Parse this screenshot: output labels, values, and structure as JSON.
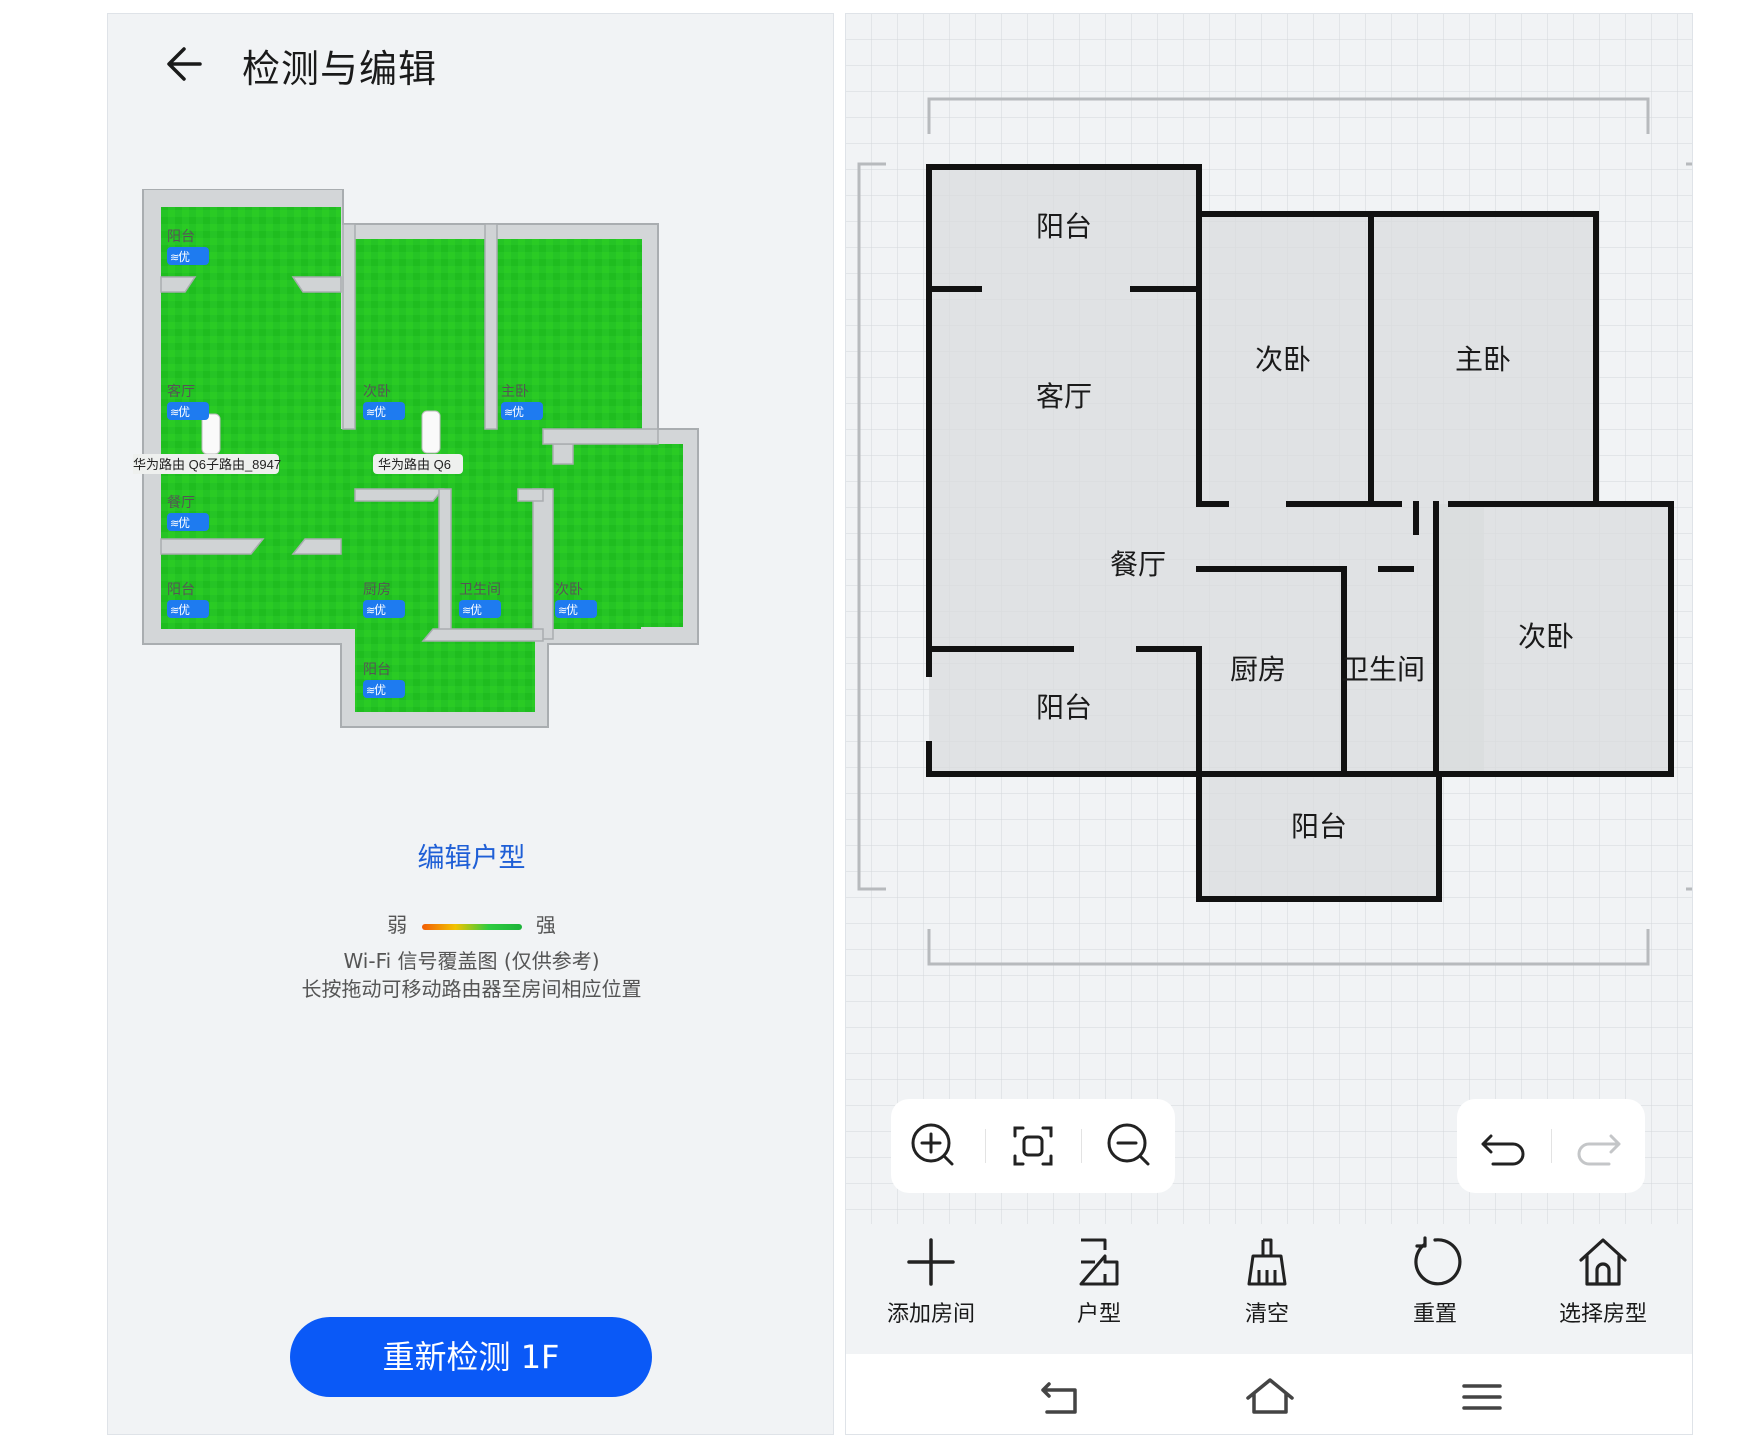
{
  "left": {
    "title": "检测与编辑",
    "routers": [
      {
        "label": "华为路由 Q6子路由_8947"
      },
      {
        "label": "华为路由 Q6"
      }
    ],
    "rooms": [
      {
        "name": "阳台",
        "signal": "优"
      },
      {
        "name": "客厅",
        "signal": "优"
      },
      {
        "name": "次卧",
        "signal": "优"
      },
      {
        "name": "主卧",
        "signal": "优"
      },
      {
        "name": "餐厅",
        "signal": "优"
      },
      {
        "name": "阳台",
        "signal": "优"
      },
      {
        "name": "厨房",
        "signal": "优"
      },
      {
        "name": "卫生间",
        "signal": "优"
      },
      {
        "name": "次卧",
        "signal": "优"
      },
      {
        "name": "阳台",
        "signal": "优"
      }
    ],
    "edit_link": "编辑户型",
    "legend": {
      "weak": "弱",
      "strong": "强"
    },
    "caption_line1": "Wi-Fi 信号覆盖图 (仅供参考)",
    "caption_line2": "长按拖动可移动路由器至房间相应位置",
    "primary_button": "重新检测 1F",
    "colors": {
      "accent": "#0a59f7",
      "coverage": "#22c422",
      "wall": "#c8cacc"
    }
  },
  "right": {
    "floorplan_rooms": [
      "阳台",
      "客厅",
      "次卧",
      "主卧",
      "餐厅",
      "厨房",
      "卫生间",
      "次卧",
      "阳台",
      "阳台"
    ],
    "zoom_tools": [
      "zoom-in-icon",
      "fit-screen-icon",
      "zoom-out-icon"
    ],
    "history_tools": [
      "undo-icon",
      "redo-icon"
    ],
    "bottom_tools": [
      {
        "label": "添加房间",
        "icon": "plus-icon"
      },
      {
        "label": "户型",
        "icon": "floorplan-icon"
      },
      {
        "label": "清空",
        "icon": "broom-icon"
      },
      {
        "label": "重置",
        "icon": "reset-icon"
      },
      {
        "label": "选择房型",
        "icon": "house-icon"
      }
    ],
    "nav": [
      "back-nav-icon",
      "home-nav-icon",
      "menu-nav-icon"
    ]
  }
}
